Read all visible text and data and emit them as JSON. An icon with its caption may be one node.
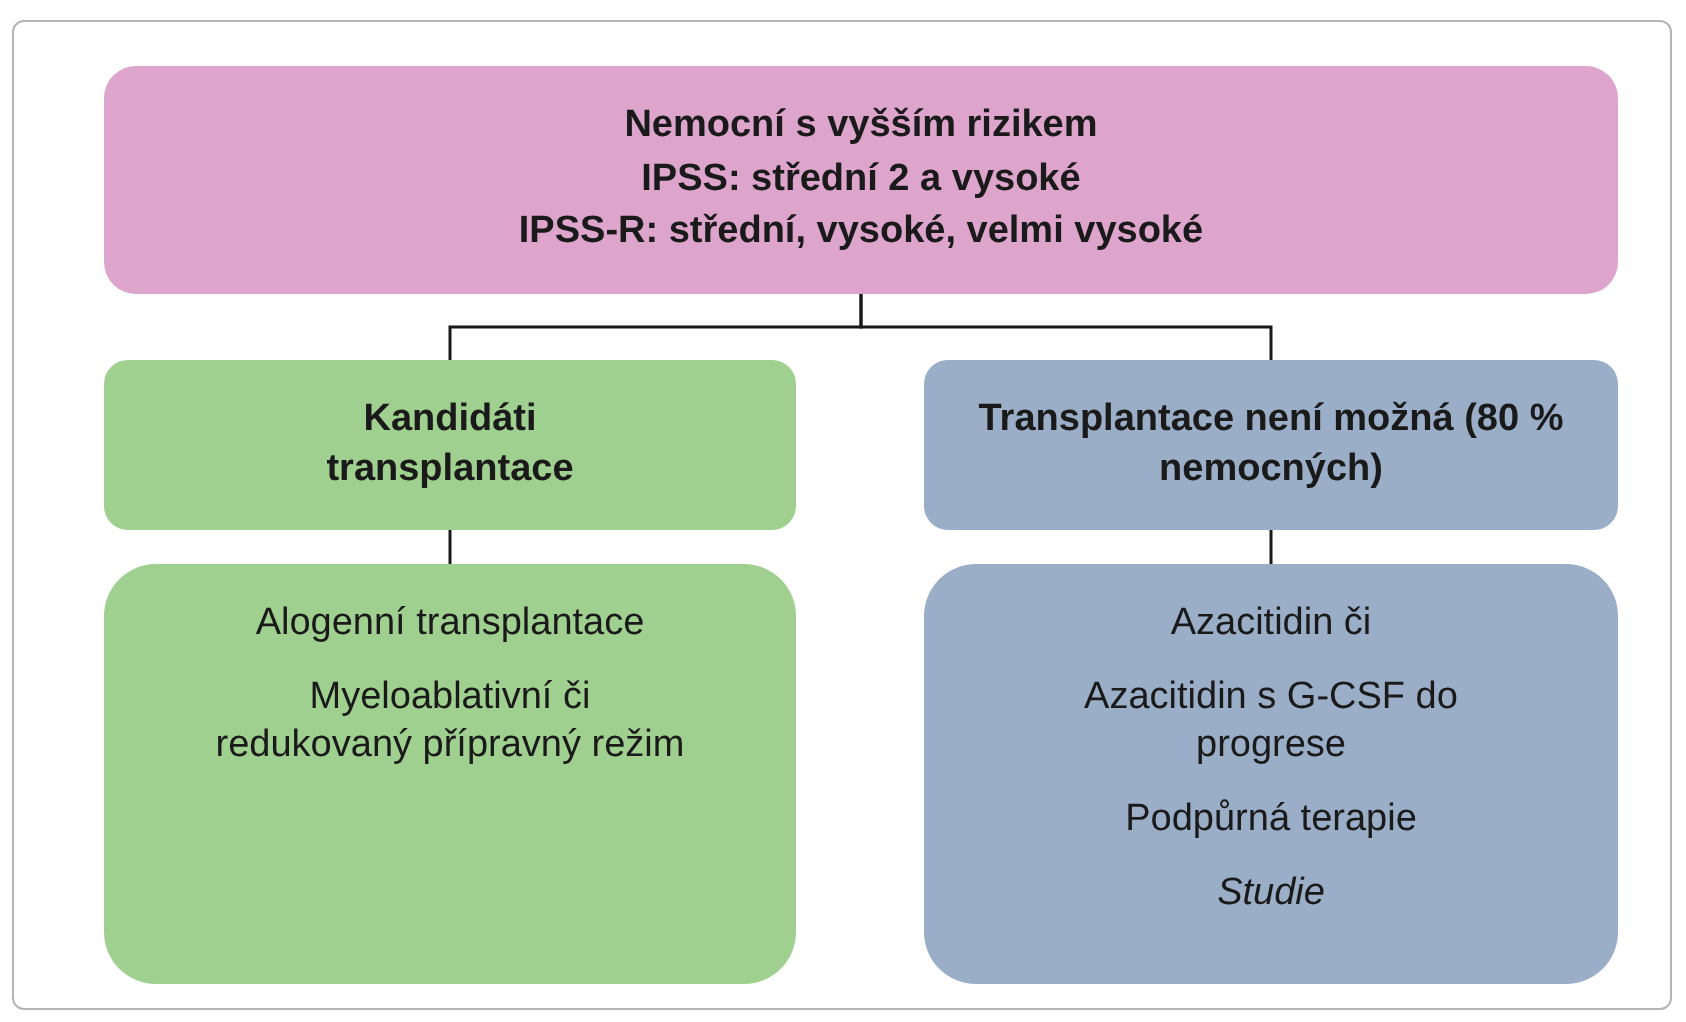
{
  "diagram": {
    "nodes": [
      {
        "text": [
          "Nemocní s vyšším rizikem",
          "IPSS: střední 2 a vysoké",
          "IPSS-R: střední, vysoké, velmi vysoké"
        ]
      },
      {
        "text": [
          "Kandidáti transplantace"
        ]
      },
      {
        "text": [
          "Transplantace není možná (80 % nemocných)"
        ]
      },
      {
        "text": [
          "Alogenní transplantace",
          "Myeloablativní či redukovaný přípravný režim"
        ]
      },
      {
        "text": [
          "Azacitidin či",
          "Azacitidin s G-CSF do progrese",
          "Podpůrná terapie",
          "Studie"
        ]
      }
    ],
    "edges": [
      {
        "from": 0,
        "to": 1,
        "arrow": "none"
      },
      {
        "from": 0,
        "to": 2,
        "arrow": "none"
      },
      {
        "from": 1,
        "to": 3,
        "arrow": "none"
      },
      {
        "from": 2,
        "to": 4,
        "arrow": "none"
      }
    ]
  }
}
